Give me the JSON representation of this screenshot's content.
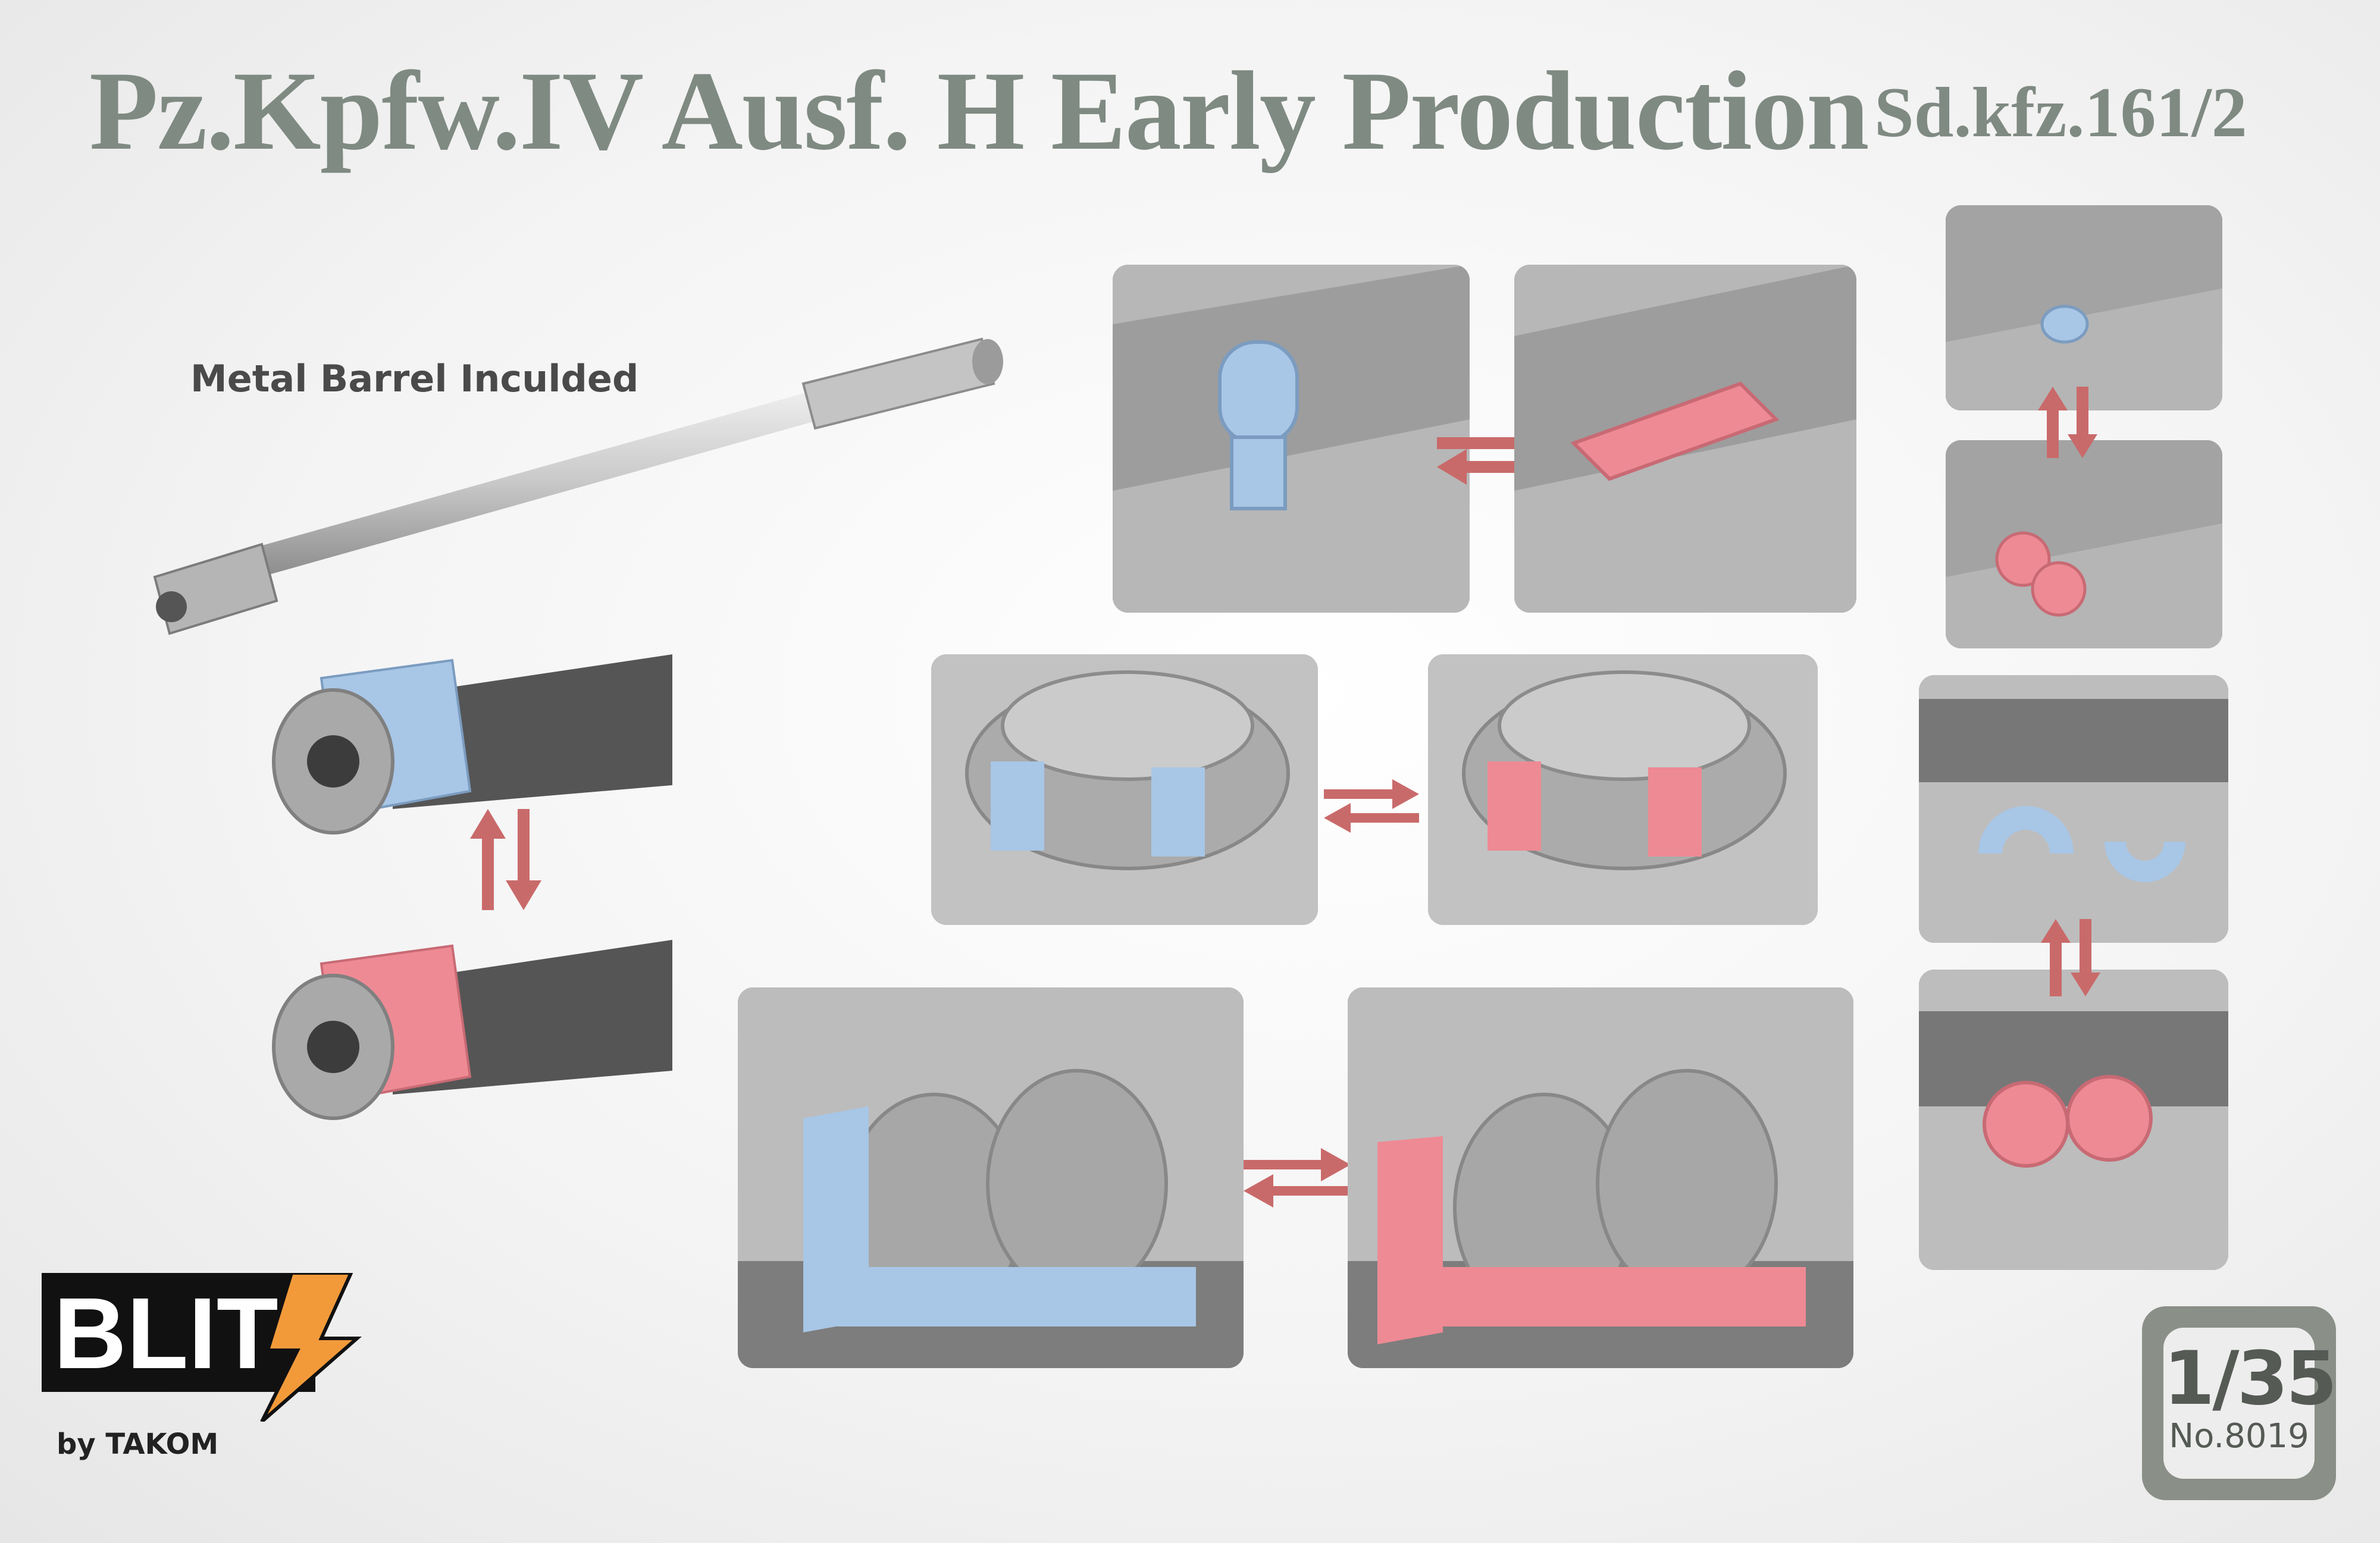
{
  "title": {
    "main": "Pz.Kpfw.IV Ausf. H Early Production",
    "sub": "Sd.kfz.161/2"
  },
  "barrel_caption": "Metal Barrel Inculded",
  "brand": {
    "logo_text": "BLIT",
    "byline": "by TAKOM"
  },
  "scale_badge": {
    "scale": "1/35",
    "number": "No.8019"
  },
  "colors": {
    "title": "#7f8a82",
    "option_a": "#a8c6e6",
    "option_b": "#ee8a94",
    "arrow": "#c96a6a",
    "model_grey": "#b9b9b9"
  }
}
